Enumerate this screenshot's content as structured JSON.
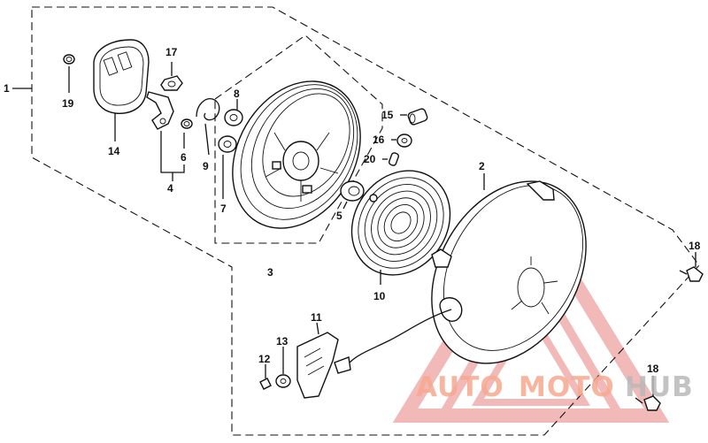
{
  "labels": {
    "l1": "1",
    "l2": "2",
    "l3": "3",
    "l4": "4",
    "l5": "5",
    "l6": "6",
    "l7": "7",
    "l8": "8",
    "l9": "9",
    "l10": "10",
    "l11": "11",
    "l12": "12",
    "l13": "13",
    "l14": "14",
    "l15": "15",
    "l16": "16",
    "l17": "17",
    "l18a": "18",
    "l18b": "18",
    "l19": "19",
    "l20": "20"
  },
  "watermark": {
    "part1": "AUTO",
    "part2": "MOTO",
    "part3": "HUB",
    "colors": {
      "auto": "#f6a98f",
      "moto": "#f6a98f",
      "hub": "#b9b9b9",
      "triangle": "#e98080"
    }
  }
}
